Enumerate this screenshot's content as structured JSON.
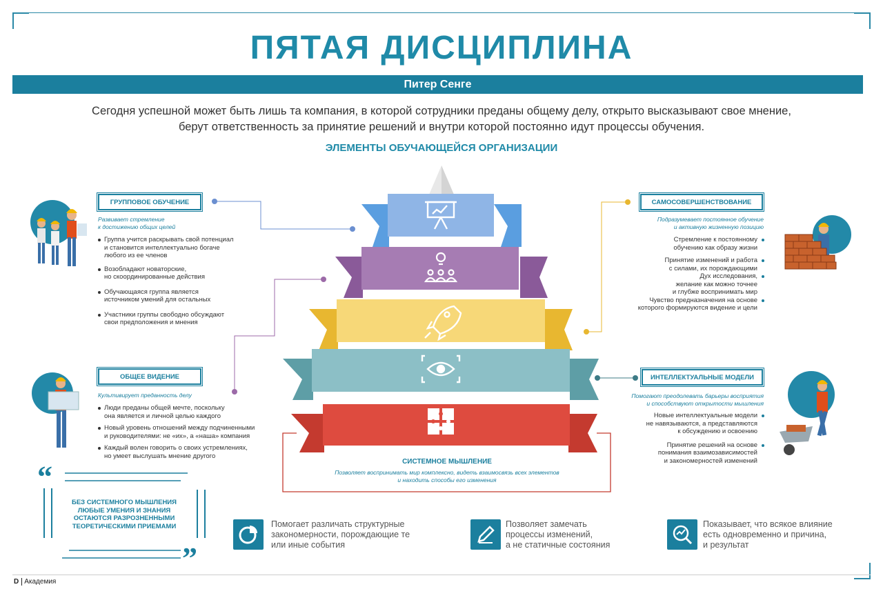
{
  "header": {
    "title": "ПЯТАЯ ДИСЦИПЛИНА",
    "author": "Питер Сенге",
    "intro_line1": "Сегодня успешной может быть лишь та компания, в которой сотрудники преданы общему делу, открыто высказывают свое мнение,",
    "intro_line2": "берут ответственность за принятие решений и внутри которой постоянно идут процессы обучения.",
    "subtitle": "ЭЛЕМЕНТЫ ОБУЧАЮЩЕЙСЯ ОРГАНИЗАЦИИ"
  },
  "group_learning": {
    "label": "ГРУППОВОЕ ОБУЧЕНИЕ",
    "tagline": [
      "Развивает стремление",
      "к достижению общих целей"
    ],
    "items": [
      [
        "Группа учится раскрывать свой потенциал",
        "и становится интеллектуально богаче",
        "любого из ее членов"
      ],
      [
        "Возобладают новаторские,",
        "но скоординированные действия"
      ],
      [
        "Обучающаяся группа является",
        "источником умений для остальных"
      ],
      [
        "Участники группы свободно обсуждают",
        "свои предположения и мнения"
      ]
    ]
  },
  "shared_vision": {
    "label": "ОБЩЕЕ ВИДЕНИЕ",
    "tagline": [
      "Культивирует преданность делу"
    ],
    "items": [
      [
        "Люди преданы общей мечте, поскольку",
        "она является и личной целью каждого"
      ],
      [
        "Новый уровень отношений между подчиненными",
        "и руководителями: не «их», а «наша» компания"
      ],
      [
        "Каждый волен говорить о своих устремлениях,",
        "но умеет выслушать мнение другого"
      ]
    ]
  },
  "self_improvement": {
    "label": "САМОСОВЕРШЕНСТВОВАНИЕ",
    "tagline": [
      "Подразумевает постоянное обучение",
      "и активную жизненную позицию"
    ],
    "items": [
      [
        "Стремление к постоянному",
        "обучению как образу жизни"
      ],
      [
        "Принятие изменений и работа",
        "с силами, их порождающими"
      ],
      [
        "Дух исследования,",
        "желание как можно точнее",
        "и глубже воспринимать мир"
      ],
      [
        "Чувство предназначения на основе",
        "которого формируются видение и цели"
      ]
    ]
  },
  "mental_models": {
    "label": "ИНТЕЛЛЕКТУАЛЬНЫЕ МОДЕЛИ",
    "tagline": [
      "Помогают преодолевать барьеры восприятия",
      "и способствуют открытости мышления"
    ],
    "items": [
      [
        "Новые интеллектуальные модели",
        "не навязываются, а представляются",
        "к обсуждению и освоению"
      ],
      [
        "Принятие решений на основе",
        "понимания взаимозависимостей",
        "и закономерностей изменений"
      ]
    ]
  },
  "systems_thinking": {
    "label": "СИСТЕМНОЕ МЫШЛЕНИЕ",
    "tagline": [
      "Позволяет воспринимать мир комплексно, видеть взаимосвязь всех элементов",
      "и находить способы его изменения"
    ]
  },
  "quote": [
    "БЕЗ СИСТЕМНОГО МЫШЛЕНИЯ",
    "ЛЮБЫЕ УМЕНИЯ И ЗНАНИЯ",
    "ОСТАЮТСЯ РАЗРОЗНЕННЫМИ",
    "ТЕОРЕТИЧЕСКИМИ ПРИЕМАМИ"
  ],
  "benefits": [
    {
      "icon": "pie-chart-icon",
      "lines": [
        "Помогает различать структурные",
        "закономерности, порождающие те",
        "или иные события"
      ]
    },
    {
      "icon": "pencil-icon",
      "lines": [
        "Позволяет замечать",
        "процессы изменений,",
        "а не статичные состояния"
      ]
    },
    {
      "icon": "magnifier-chart-icon",
      "lines": [
        "Показывает, что всякое влияние",
        "есть одновременно и причина,",
        "и результат"
      ]
    }
  ],
  "footer": {
    "logo": "D",
    "brand": "Академия"
  },
  "colors": {
    "accent": "#1b7f9e",
    "tier1": "#4a8fd6",
    "tier2": "#9c6aa8",
    "tier3": "#f2c94c",
    "tier4": "#7fb7c2",
    "tier5": "#e0483d"
  }
}
